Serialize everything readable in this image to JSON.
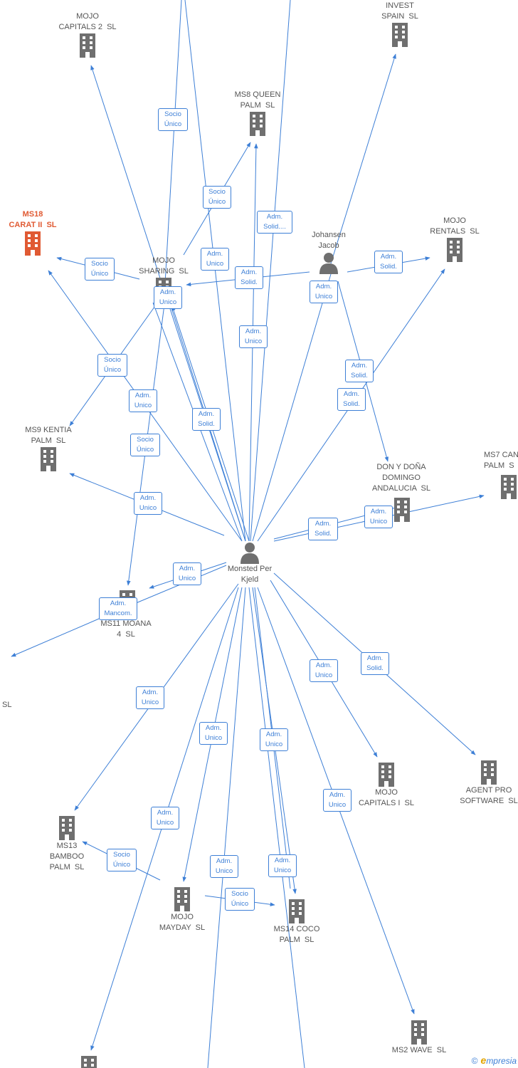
{
  "nodes": {
    "mojo_capitals_2": "MOJO\nCAPITALS 2  SL",
    "invest_spain": "INVEST\nSPAIN  SL",
    "ms8_queen_palm": "MS8 QUEEN\nPALM  SL",
    "ms18_carat_ii": "MS18\nCARAT II  SL",
    "johansen_jacob": "Johansen\nJacob",
    "mojo_rentals": "MOJO\nRENTALS  SL",
    "mojo_sharing": "MOJO\nSHARING  SL",
    "ms9_kentia_palm": "MS9 KENTIA\nPALM  SL",
    "don_y_dona": "DON Y DOÑA\nDOMINGO\nANDALUCIA  SL",
    "ms7_can_palm": "MS7 CAN\nPALM  S",
    "monsted_per_kjeld": "Monsted Per\nKjeld",
    "ms11_moana": "MS11 MOANA\n4  SL",
    "sl_left": "SL",
    "mojo_capitals_i": "MOJO\nCAPITALS I  SL",
    "agent_pro_software": "AGENT PRO\nSOFTWARE  SL",
    "ms13_bamboo_palm": "MS13\nBAMBOO\nPALM  SL",
    "mojo_mayday": "MOJO\nMAYDAY  SL",
    "ms14_coco_palm": "MS14 COCO\nPALM  SL",
    "ms2_wave": "MS2 WAVE  SL"
  },
  "edge_labels": [
    "Socio\nÚnico",
    "Socio\nÚnico",
    "Adm.\nSolid....",
    "Adm.\nUnico",
    "Adm.\nSolid.",
    "Socio\nÚnico",
    "Adm.\nUnico",
    "Adm.\nSolid.",
    "Adm.\nUnico",
    "Adm.\nUnico",
    "Adm.\nSolid.",
    "Adm.\nSolid.",
    "Socio\nÚnico",
    "Adm.\nUnico",
    "Adm.\nSolid.",
    "Socio\nÚnico",
    "Adm.\nUnico",
    "Adm.\nSolid.",
    "Adm.\nUnico",
    "Adm.\nUnico",
    "Adm.\nMancom.",
    "Adm.\nUnico",
    "Adm.\nSolid.",
    "Adm.\nUnico",
    "Adm.\nUnico",
    "Adm.\nUnico",
    "Adm.\nUnico",
    "Adm.\nUnico",
    "Socio\nÚnico",
    "Adm.\nUnico",
    "Adm.\nUnico",
    "Socio\nÚnico"
  ],
  "footer": {
    "copyright": "©",
    "brand_initial": "e",
    "brand_rest": "mpresia"
  },
  "colors": {
    "edge": "#3d7fd6",
    "building": "#6f6f6f",
    "highlight": "#e05a33",
    "text": "#555555"
  }
}
